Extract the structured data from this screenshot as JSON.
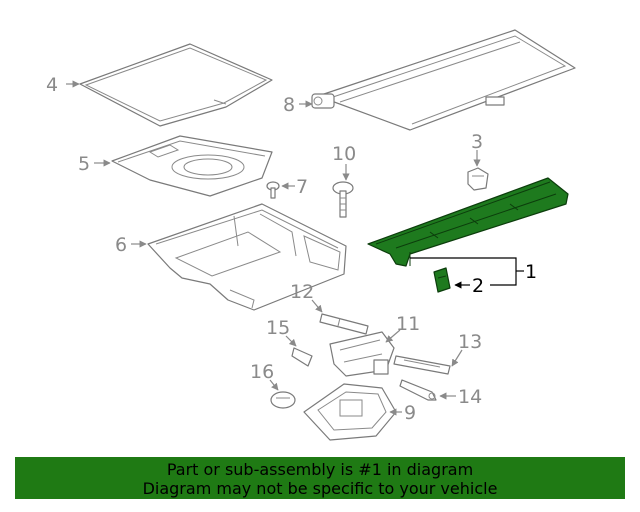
{
  "diagram": {
    "callouts": {
      "c1": "1",
      "c2": "2",
      "c3": "3",
      "c4": "4",
      "c5": "5",
      "c6": "6",
      "c7": "7",
      "c8": "8",
      "c9": "9",
      "c10": "10",
      "c11": "11",
      "c12": "12",
      "c13": "13",
      "c14": "14",
      "c15": "15",
      "c16": "16"
    },
    "highlight_color": "#1e7a1e",
    "highlighted_part": "1"
  },
  "banner": {
    "line1": "Part or sub-assembly is #1 in diagram",
    "line2": "Diagram may not be specific to your vehicle",
    "background": "#1f7a14"
  }
}
